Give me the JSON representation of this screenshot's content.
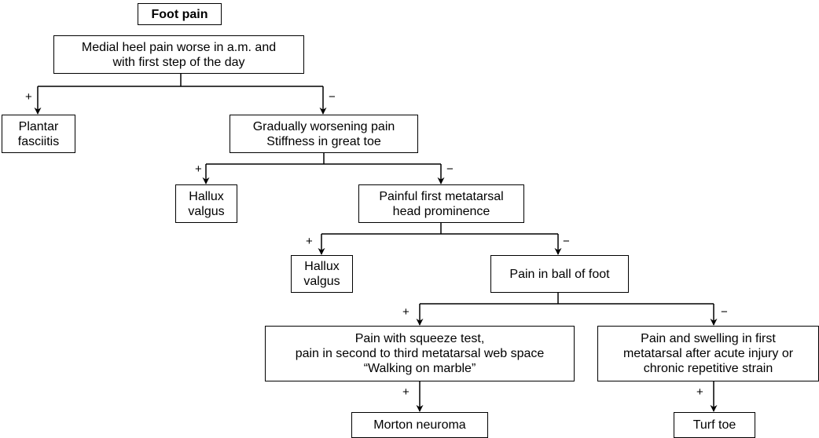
{
  "title": "Foot pain",
  "nodes": {
    "medial_heel": [
      "Medial heel pain worse in a.m. and",
      "with first step of the day"
    ],
    "plantar_fasciitis": [
      "Plantar",
      "fasciitis"
    ],
    "gradually_worsening": [
      "Gradually worsening pain",
      "Stiffness in great toe"
    ],
    "hallux_valgus_1": [
      "Hallux",
      "valgus"
    ],
    "painful_first_metatarsal": [
      "Painful first metatarsal",
      "head prominence"
    ],
    "hallux_valgus_2": [
      "Hallux",
      "valgus"
    ],
    "pain_ball_of_foot": [
      "Pain in ball of foot"
    ],
    "squeeze_test": [
      "Pain with squeeze test,",
      "pain in second to third metatarsal web space",
      "“Walking on marble”"
    ],
    "swelling_first_metatarsal": [
      "Pain and swelling in first",
      "metatarsal after acute injury or",
      "chronic repetitive strain"
    ],
    "morton_neuroma": [
      "Morton neuroma"
    ],
    "turf_toe": [
      "Turf toe"
    ]
  },
  "signs": {
    "yes": "+",
    "no": "−"
  }
}
